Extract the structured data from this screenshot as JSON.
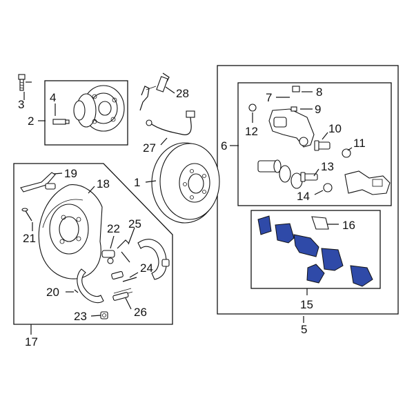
{
  "diagram": {
    "colors": {
      "highlight": "#2f4aa8",
      "line": "#111111",
      "background": "#ffffff"
    },
    "callouts": {
      "c1": "1",
      "c2": "2",
      "c3": "3",
      "c4": "4",
      "c5": "5",
      "c6": "6",
      "c7": "7",
      "c8": "8",
      "c9": "9",
      "c10": "10",
      "c11": "11",
      "c12": "12",
      "c13": "13",
      "c14": "14",
      "c15": "15",
      "c16": "16",
      "c17": "17",
      "c18": "18",
      "c19": "19",
      "c20": "20",
      "c21": "21",
      "c22": "22",
      "c23": "23",
      "c24": "24",
      "c25": "25",
      "c26": "26",
      "c27": "27",
      "c28": "28"
    }
  }
}
